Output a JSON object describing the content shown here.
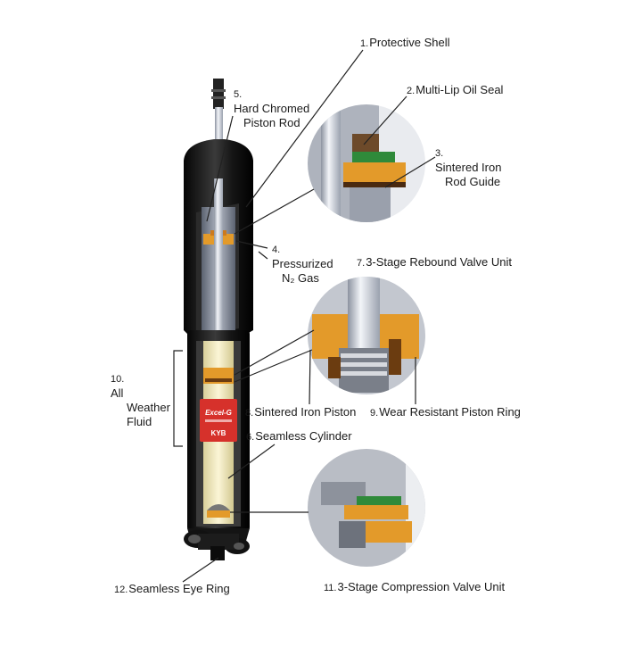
{
  "diagram": {
    "labels": [
      {
        "id": "protective-shell",
        "num": "1.",
        "lines": [
          "Protective Shell"
        ]
      },
      {
        "id": "multi-lip-oil-seal",
        "num": "2.",
        "lines": [
          "Multi-Lip Oil Seal"
        ]
      },
      {
        "id": "sintered-iron-rod-guide",
        "num": "3.",
        "lines": [
          "Sintered Iron",
          "Rod Guide"
        ]
      },
      {
        "id": "pressurized-gas",
        "num": "4.",
        "lines": [
          "Pressurized",
          "N₂ Gas"
        ]
      },
      {
        "id": "hard-chromed-piston-rod",
        "num": "5.",
        "lines": [
          "Hard Chromed",
          "Piston Rod"
        ]
      },
      {
        "id": "seamless-cylinder",
        "num": "6.",
        "lines": [
          "Seamless Cylinder"
        ]
      },
      {
        "id": "rebound-valve-unit",
        "num": "7.",
        "lines": [
          "3-Stage Rebound Valve Unit"
        ]
      },
      {
        "id": "sintered-iron-piston",
        "num": "8.",
        "lines": [
          "Sintered Iron Piston"
        ]
      },
      {
        "id": "wear-resistant-piston-ring",
        "num": "9.",
        "lines": [
          "Wear Resistant Piston Ring"
        ]
      },
      {
        "id": "all-weather-fluid",
        "num": "10.",
        "lines": [
          "All",
          "Weather",
          "Fluid"
        ]
      },
      {
        "id": "compression-valve-unit",
        "num": "11.",
        "lines": [
          "3-Stage Compression Valve Unit"
        ]
      },
      {
        "id": "seamless-eye-ring",
        "num": "12.",
        "lines": [
          "Seamless Eye Ring"
        ]
      }
    ],
    "brand_sticker": {
      "line1": "Excel-G",
      "line2": "KYB"
    },
    "colors": {
      "shell": "#1b1b1b",
      "fluid": "#f4ecc4",
      "chrome": "#c9ced8",
      "iron": "#e39a2a",
      "sticker": "#d6312b",
      "leader": "#222222"
    }
  }
}
